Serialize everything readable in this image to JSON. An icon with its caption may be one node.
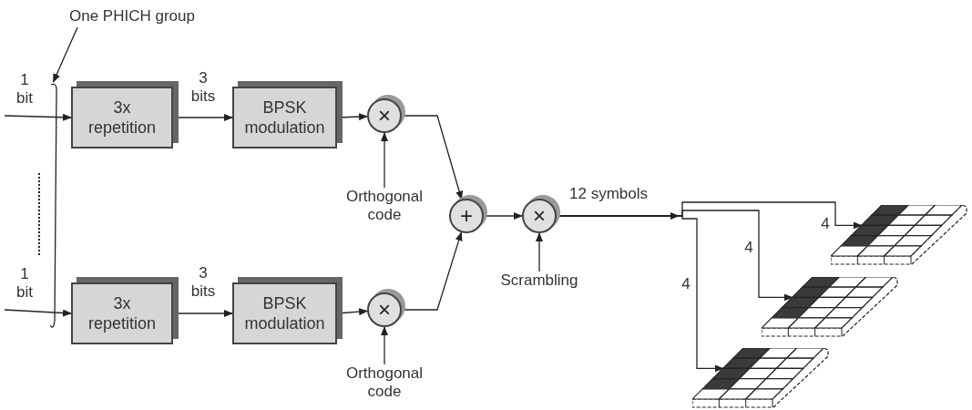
{
  "diagram": {
    "nodes": [
      {
        "text": [
          "3x repetition"
        ]
      },
      {
        "text": [
          "BPSK modulation"
        ]
      },
      {
        "text": [
          "×"
        ]
      },
      {
        "text": [
          "Orthogonal code"
        ]
      },
      {
        "text": [
          "3x repetition"
        ]
      },
      {
        "text": [
          "BPSK modulation"
        ]
      },
      {
        "text": [
          "×"
        ]
      },
      {
        "text": [
          "Orthogonal code"
        ]
      },
      {
        "text": [
          "+"
        ]
      },
      {
        "text": [
          "×"
        ]
      },
      {
        "text": [
          "Scrambling"
        ]
      },
      {
        "text": [],
        "shape": "grid"
      },
      {
        "text": [],
        "shape": "grid"
      },
      {
        "text": [],
        "shape": "grid"
      },
      {
        "text": [
          "One PHICH group"
        ]
      },
      {
        "text": [],
        "shape": "brace"
      }
    ],
    "edges": [
      {
        "from": null,
        "to": 0,
        "arrow": "to",
        "label": "1 bit"
      },
      {
        "from": 0,
        "to": 1,
        "arrow": "to",
        "label": "3 bits"
      },
      {
        "from": 1,
        "to": 2,
        "arrow": "to"
      },
      {
        "from": 3,
        "to": 2,
        "arrow": "to"
      },
      {
        "from": 2,
        "to": 8,
        "arrow": "to"
      },
      {
        "from": null,
        "to": 4,
        "arrow": "to",
        "label": "1 bit"
      },
      {
        "from": 4,
        "to": 5,
        "arrow": "to",
        "label": "3 bits"
      },
      {
        "from": 5,
        "to": 6,
        "arrow": "to"
      },
      {
        "from": 7,
        "to": 6,
        "arrow": "to"
      },
      {
        "from": 6,
        "to": 8,
        "arrow": "to"
      },
      {
        "from": 8,
        "to": 9,
        "arrow": "to"
      },
      {
        "from": 10,
        "to": 9,
        "arrow": "to"
      },
      {
        "from": 9,
        "to": 11,
        "arrow": "to",
        "label": "4"
      },
      {
        "from": 9,
        "to": 12,
        "arrow": "to",
        "label": "4"
      },
      {
        "from": 9,
        "to": 13,
        "arrow": "to",
        "label": "4"
      },
      {
        "from": 14,
        "to": 15,
        "arrow": "to"
      }
    ],
    "labels": [
      "12 symbols"
    ]
  }
}
